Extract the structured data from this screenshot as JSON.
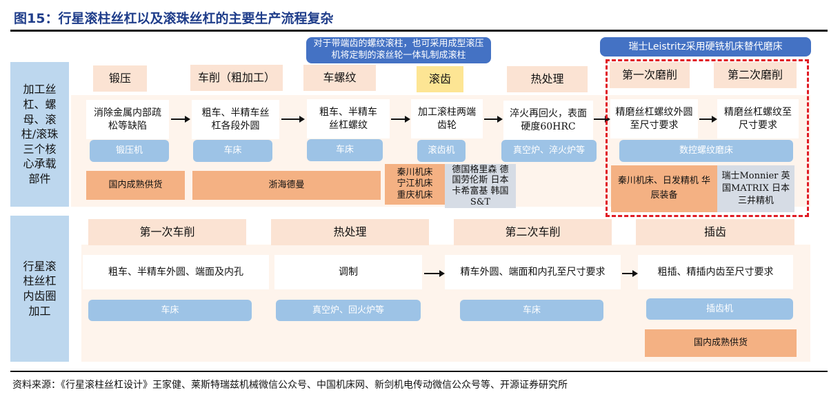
{
  "title": "图15：行星滚柱丝杠以及滚珠丝杠的主要生产流程复杂",
  "callouts": {
    "rolling": "对于带端齿的螺纹滚柱，也可采用成型滚压机将定制的滚丝轮一体轧制成滚柱",
    "leistritz": "瑞士Leistritz采用硬铣机床替代磨床"
  },
  "row1": {
    "label": "加工丝杠、螺母、滚柱/滚珠三个核心承载部件",
    "steps": [
      {
        "name": "锻压",
        "desc": "消除金属内部疏松等缺陷",
        "machine": "锻压机"
      },
      {
        "name": "车削（粗加工）",
        "desc": "粗车、半精车丝杠各段外圆",
        "machine": "车床"
      },
      {
        "name": "车螺纹",
        "desc": "粗车、半精车丝杠螺纹",
        "machine": "车床"
      },
      {
        "name": "滚齿",
        "desc": "加工滚柱两端齿轮",
        "machine": "滚齿机"
      },
      {
        "name": "热处理",
        "desc": "淬火再回火，表面硬度60HRC",
        "machine": "真空炉、淬火炉等"
      },
      {
        "name": "第一次磨削",
        "desc": "精磨丝杠螺纹外圆至尺寸要求"
      },
      {
        "name": "第二次磨削",
        "desc": "精磨丝杠螺纹至尺寸要求"
      }
    ],
    "grinder": "数控螺纹磨床",
    "suppliers": [
      "国内成熟供货",
      "浙海德曼",
      "秦川机床 宁江机床 重庆机床",
      "德国格里森 德国劳伦斯 日本卡希富基 韩国S&T",
      "秦川机床、日发精机 华辰装备",
      "瑞士Monnier 英国MATRIX 日本三井精机"
    ]
  },
  "row2": {
    "label": "行星滚柱丝杠内齿圈加工",
    "steps": [
      {
        "name": "第一次车削",
        "desc": "粗车、半精车外圆、端面及内孔",
        "machine": "车床"
      },
      {
        "name": "热处理",
        "desc": "调制",
        "machine": "真空炉、回火炉等"
      },
      {
        "name": "第二次车削",
        "desc": "精车外圆、端面和内孔至尺寸要求",
        "machine": "车床"
      },
      {
        "name": "插齿",
        "desc": "粗插、精插内齿至尺寸要求",
        "machine": "插齿机"
      }
    ],
    "supplier": "国内成熟供货"
  },
  "source": "资料来源：《行星滚柱丝杠设计》王家健、莱斯特瑞兹机械微信公众号、中国机床网、新剑机电传动微信公众号等、开源证券研究所"
}
